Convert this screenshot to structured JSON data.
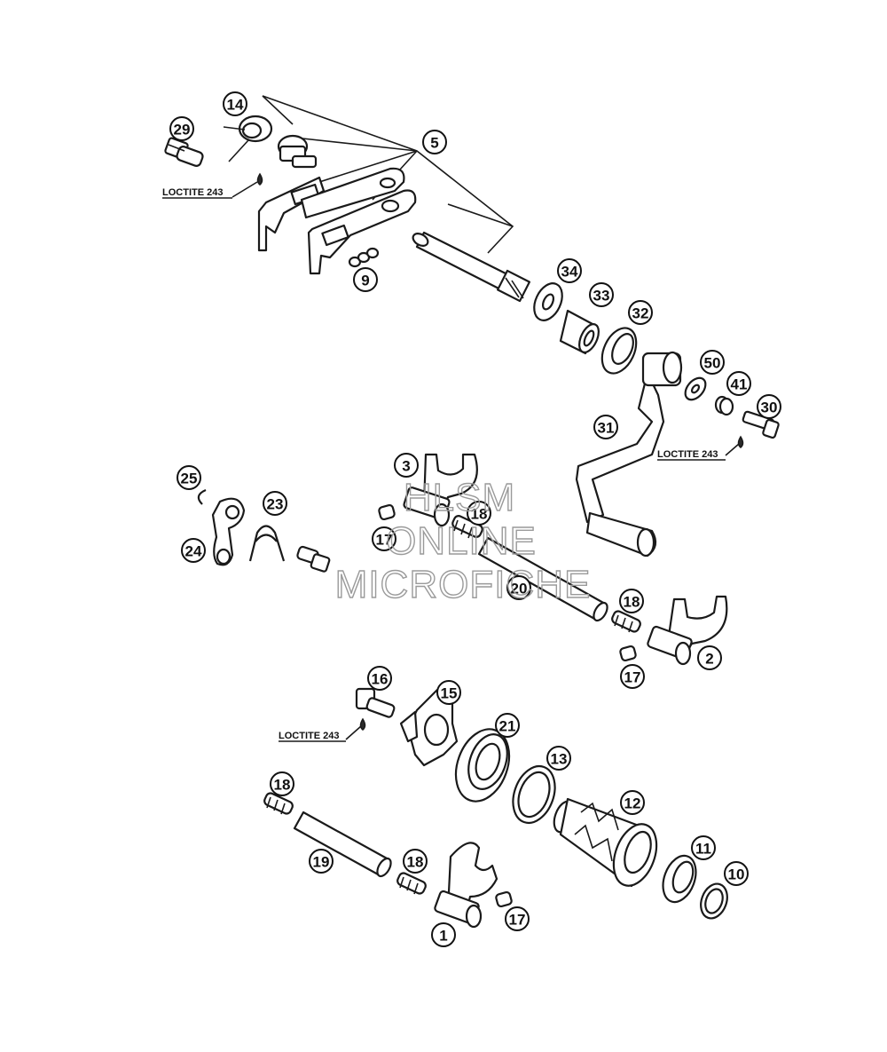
{
  "loctite_label": "LOCTITE 243",
  "watermark": {
    "line1": "HLSM",
    "line2": "ONLINE",
    "line3": "MICROFICHE"
  },
  "callouts": [
    "14",
    "29",
    "5",
    "9",
    "34",
    "33",
    "32",
    "50",
    "41",
    "30",
    "31",
    "3",
    "25",
    "23",
    "24",
    "18",
    "17",
    "20",
    "18",
    "2",
    "17",
    "16",
    "15",
    "21",
    "13",
    "12",
    "18",
    "19",
    "18",
    "11",
    "10",
    "1",
    "17"
  ],
  "colors": {
    "line": "#1a1a1a",
    "watermark": "#9a9a9a",
    "background": "#ffffff"
  }
}
